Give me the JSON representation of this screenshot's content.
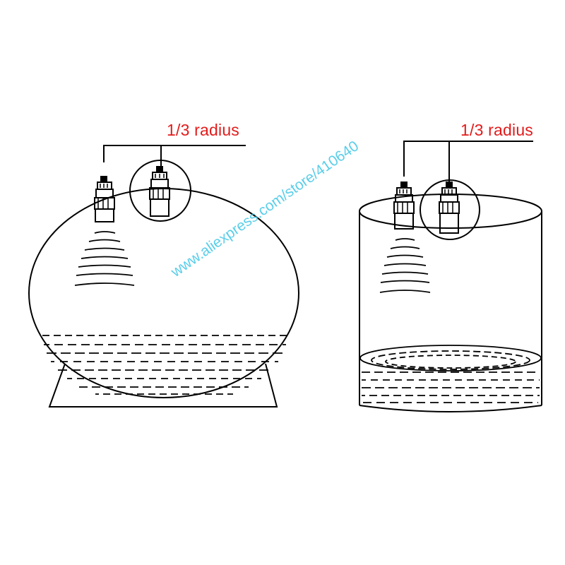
{
  "labels": {
    "left": "1/3 radius",
    "right": "1/3 radius"
  },
  "watermark": "www.aliexpress.com/store/410640",
  "colors": {
    "label": "#e31b1b",
    "line": "#000000",
    "watermark": "#3ec6e6",
    "background": "#ffffff"
  }
}
